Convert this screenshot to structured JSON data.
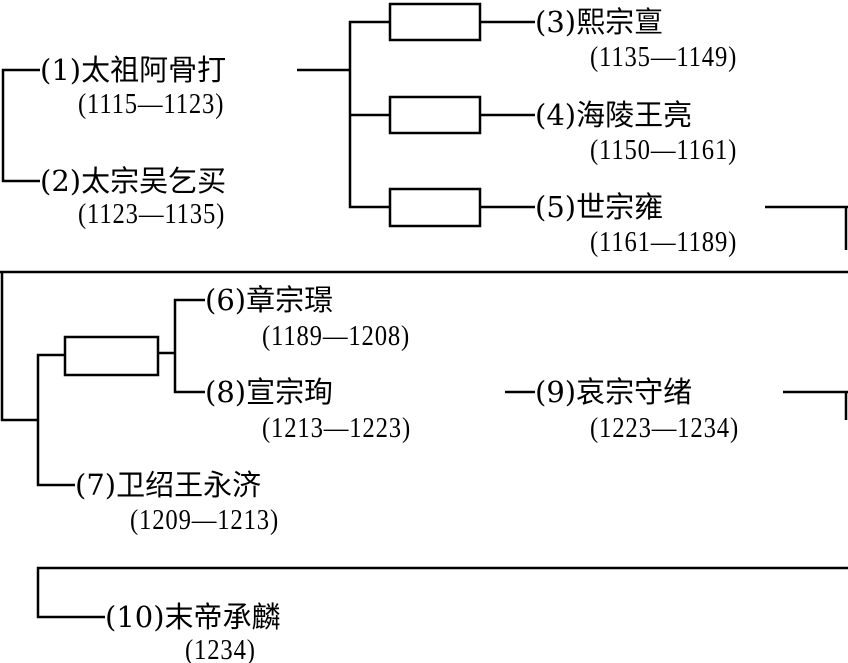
{
  "emperors": [
    {
      "label": "(1)太祖阿骨打",
      "reign": "(1115—1123)"
    },
    {
      "label": "(2)太宗吴乞买",
      "reign": "(1123—1135)"
    },
    {
      "label": "(3)熙宗亶",
      "reign": "(1135—1149)"
    },
    {
      "label": "(4)海陵王亮",
      "reign": "(1150—1161)"
    },
    {
      "label": "(5)世宗雍",
      "reign": "(1161—1189)"
    },
    {
      "label": "(6)章宗璟",
      "reign": "(1189—1208)"
    },
    {
      "label": "(7)卫绍王永济",
      "reign": "(1209—1213)"
    },
    {
      "label": "(8)宣宗珣",
      "reign": "(1213—1223)"
    },
    {
      "label": "(9)哀宗守绪",
      "reign": "(1223—1234)"
    },
    {
      "label": "(10)末帝承麟",
      "reign": "(1234)"
    }
  ],
  "colors": {
    "line": "#000000",
    "background": "#ffffff"
  }
}
